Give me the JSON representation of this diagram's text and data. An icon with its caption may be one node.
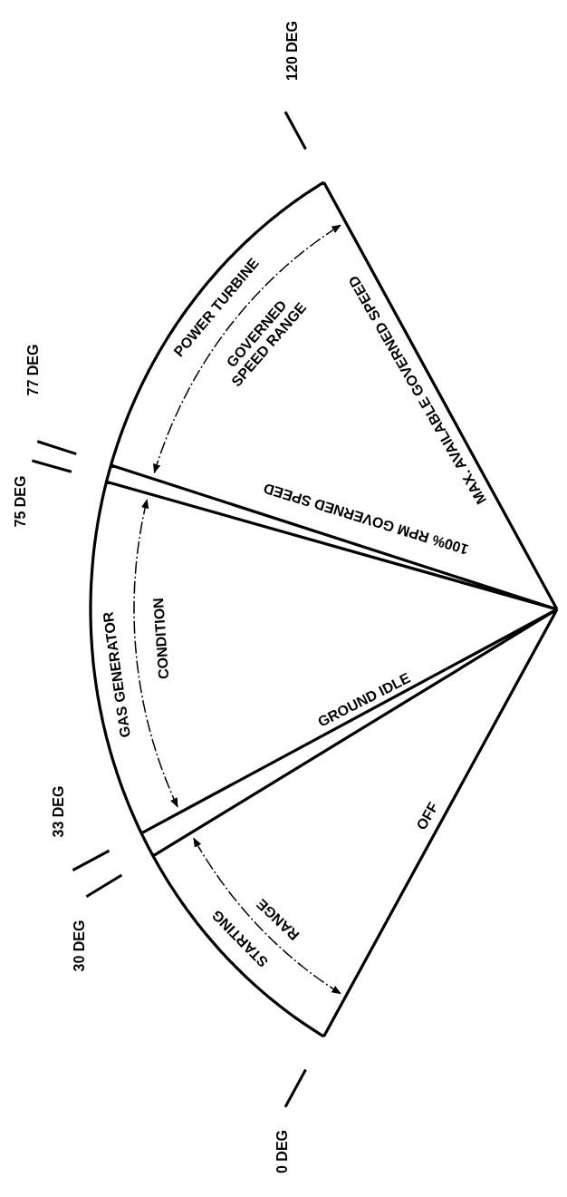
{
  "diagram": {
    "labels": [
      "120 DEG",
      "77 DEG",
      "75 DEG",
      "POWER TURBINE",
      "GOVERNED SPEED RANGE",
      "MAX. AVAILABLE GOVERNED SPEED",
      "100% RPM GOVERNED SPEED",
      "GAS GENERATOR",
      "CONDITION",
      "GROUND IDLE",
      "33 DEG",
      "30 DEG",
      "OFF",
      "STARTING",
      "RANGE",
      "0 DEG"
    ]
  }
}
